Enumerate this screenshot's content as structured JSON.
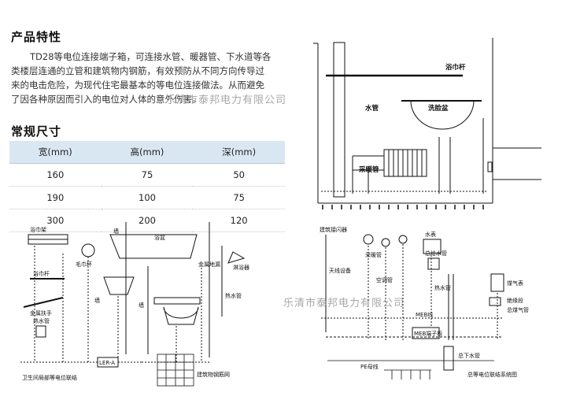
{
  "features": {
    "title": "产品特性",
    "text": "TD28等电位连接端子箱，可连接水管、暖器管、下水道等各类楼层连通的立管和建筑物内钢筋，有效预防从不同方向传导过来的电击危险，为现代住宅最基本的等电位连接做法。从而避免了因各种原因而引入的电位对人体的意外伤害。"
  },
  "sizes": {
    "title": "常规尺寸",
    "headers": [
      "宽(mm)",
      "高(mm)",
      "深(mm)"
    ],
    "rows": [
      [
        "160",
        "75",
        "50"
      ],
      [
        "190",
        "100",
        "75"
      ],
      [
        "300",
        "200",
        "120"
      ]
    ]
  },
  "watermark": "乐清市泰邦电力有限公司",
  "diagram_top": {
    "labels": {
      "towel_bar": "浴巾杆",
      "water_pipe": "水管",
      "wash_basin": "洗脸盆",
      "heating_pipe": "采暖管"
    }
  },
  "diagram_bathroom": {
    "labels": {
      "towel_rack": "浴巾架",
      "bathtub": "浴盆",
      "towel_ring": "毛巾环",
      "wall1": "墙",
      "wall2": "墙",
      "wall3": "墙",
      "towel_bar": "浴巾杆",
      "metal_floor_drain": "金属地漏",
      "shower": "淋浴器",
      "hot_water_pipe": "热水管",
      "metal_handrail": "金属扶手",
      "hot_water_pipe2": "热水管",
      "ler": "LER-A",
      "building_steel": "建筑物钢筋网",
      "caption": "卫生间局部等电位联结"
    }
  },
  "diagram_building": {
    "labels": {
      "building_steel": "建筑接闪器",
      "heating_pipe": "采暖管",
      "water_pipe": "水表",
      "gas_pipe": "总给水管",
      "ac_pipe": "空调管",
      "antenna": "天线设备",
      "hot_water": "热水管",
      "gas_meter": "煤气表",
      "insulation": "绝缘段",
      "gas_main": "总煤气管",
      "meb": "MEB线",
      "meb_box": "MEB端子板",
      "pe_bus": "PE母线",
      "drain": "总下水管",
      "caption": "总等电位联结系统图"
    }
  }
}
